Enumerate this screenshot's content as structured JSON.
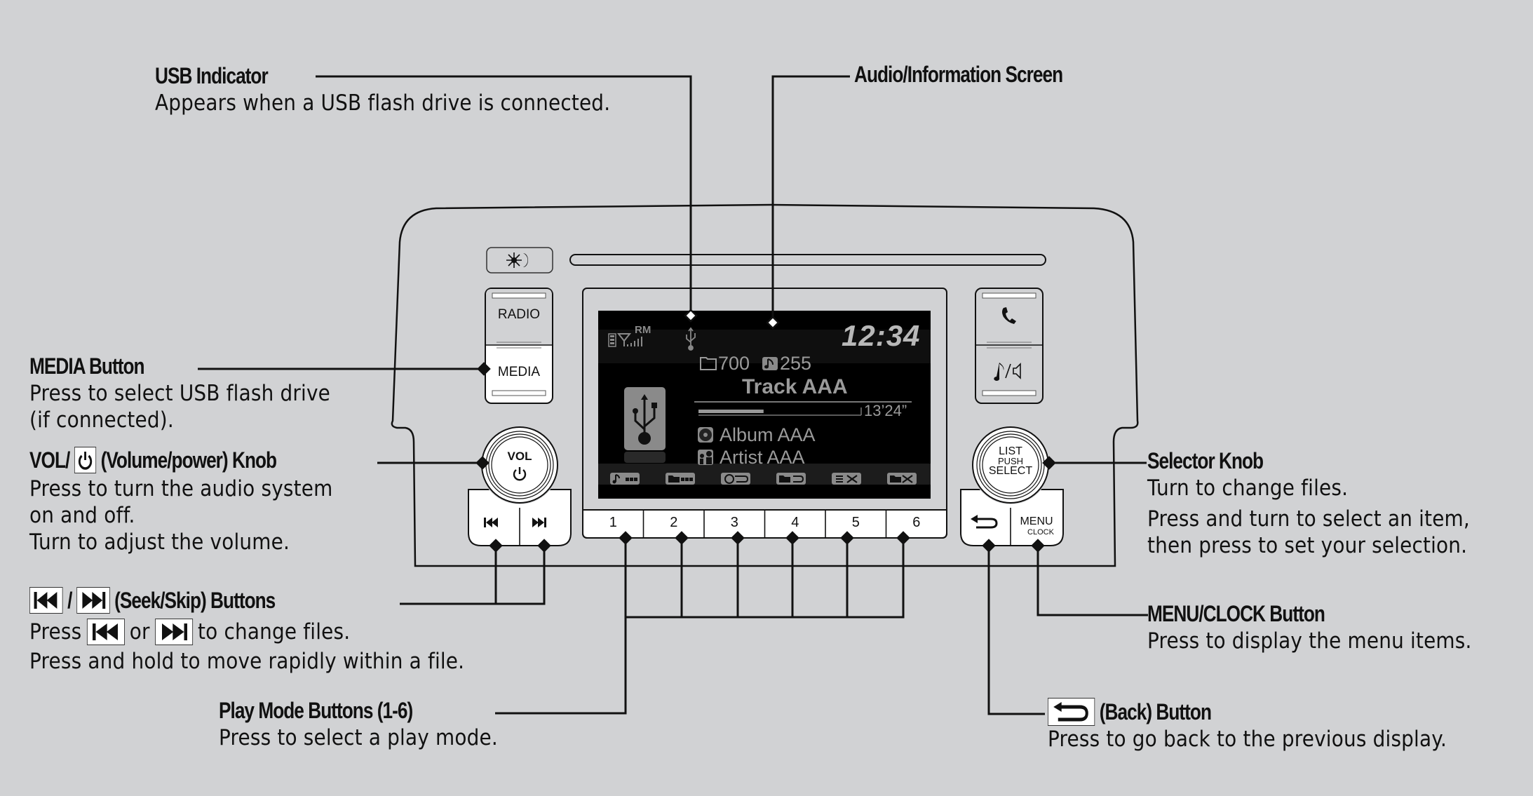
{
  "callouts": {
    "usb_indicator": {
      "title": "USB Indicator",
      "desc": [
        "Appears when a USB flash drive is connected."
      ]
    },
    "audio_screen": {
      "title": "Audio/Information Screen"
    },
    "media_button": {
      "title": "MEDIA Button",
      "desc": [
        "Press to select USB flash drive",
        "(if connected)."
      ]
    },
    "vol_knob": {
      "title_prefix": "VOL/",
      "title_suffix": "(Volume/power) Knob",
      "icon": "power-icon",
      "desc": [
        "Press to turn the audio system",
        "on and off.",
        "Turn to adjust the volume."
      ]
    },
    "seek_skip": {
      "title_sep": "/",
      "title_suffix": "(Seek/Skip) Buttons",
      "icons": [
        "skip-back-icon",
        "skip-forward-icon"
      ],
      "desc_press": "Press",
      "desc_or": "or",
      "desc_tail": "to change files.",
      "desc2": "Press and hold to move rapidly within a file."
    },
    "play_mode": {
      "title": "Play Mode Buttons (1-6)",
      "desc": [
        "Press to select a play mode."
      ]
    },
    "selector_knob": {
      "title": "Selector Knob",
      "desc": [
        "Turn to change files.",
        "Press and turn to select an item,",
        "then press to set your selection."
      ]
    },
    "menu_clock": {
      "title": "MENU/CLOCK Button",
      "desc": [
        "Press to display the menu items."
      ]
    },
    "back_button": {
      "title_suffix": "(Back) Button",
      "icon": "back-arrow-icon",
      "desc": [
        "Press to go back to the previous display."
      ]
    }
  },
  "device": {
    "day_night_icon": "sun-moon-icon",
    "radio_label": "RADIO",
    "media_label": "MEDIA",
    "vol_label": "VOL",
    "phone_icon": "phone-icon",
    "sound_icon": "music-speaker-icon",
    "selector_lines": [
      "LIST",
      "PUSH",
      "SELECT"
    ],
    "menu_label": "MENU",
    "clock_label": "CLOCK",
    "preset_buttons": [
      "1",
      "2",
      "3",
      "4",
      "5",
      "6"
    ]
  },
  "screen": {
    "status_rm": "RM",
    "clock": "12:34",
    "folder_count": "700",
    "track_count": "255",
    "track_title": "Track AAA",
    "elapsed_fraction": 0.4,
    "duration": "13’24”",
    "album": "Album AAA",
    "artist": "Artist AAA",
    "play_mode_icons": [
      "track-scan-icon",
      "folder-scan-icon",
      "repeat-one-icon",
      "repeat-folder-icon",
      "random-icon",
      "folder-random-icon"
    ]
  },
  "colors": {
    "background": "#d1d2d4",
    "lcd": "#000000",
    "lcd_text": "#9a9a9a",
    "line": "#111111"
  }
}
